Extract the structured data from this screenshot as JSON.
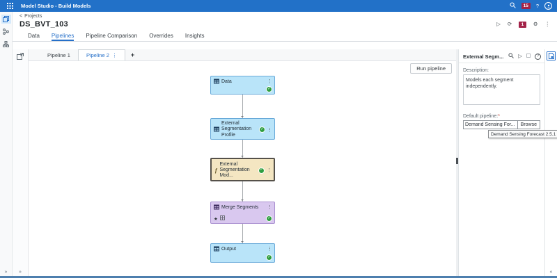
{
  "app_bar": {
    "title": "Model Studio - Build Models",
    "notification_count": "15",
    "help_label": "?"
  },
  "breadcrumb": {
    "chevron": "<",
    "label": "Projects"
  },
  "project": {
    "title": "DS_BVT_103",
    "run_badge": "1"
  },
  "main_tabs": [
    {
      "label": "Data",
      "active": false
    },
    {
      "label": "Pipelines",
      "active": true
    },
    {
      "label": "Pipeline Comparison",
      "active": false
    },
    {
      "label": "Overrides",
      "active": false
    },
    {
      "label": "Insights",
      "active": false
    }
  ],
  "pipeline_tabs": [
    {
      "label": "Pipeline 1",
      "active": false
    },
    {
      "label": "Pipeline 2",
      "active": true
    }
  ],
  "canvas": {
    "run_button": "Run pipeline",
    "nodes": [
      {
        "label": "Data",
        "status": "success"
      },
      {
        "label": "External Segmentation Profile",
        "status": "success"
      },
      {
        "label": "External Segmentation Mod...",
        "status": "success",
        "selected": true
      },
      {
        "label": "Merge Segments",
        "status": "success",
        "favorite": true
      },
      {
        "label": "Output",
        "status": "success"
      }
    ]
  },
  "properties_panel": {
    "title": "External Segm...",
    "description_label": "Description:",
    "description_value": "Models each segment independently.",
    "default_pipeline_label": "Default pipeline:",
    "required_marker": "*",
    "default_pipeline_value": "Demand Sensing For...",
    "browse_label": "Browse",
    "tooltip": "Demand Sensing Forecast 2.5.1"
  },
  "icons": {
    "kebab": "⋮",
    "add_tab": "+",
    "play": "▷",
    "refresh": "⟳",
    "gear": "⚙",
    "check": "✓",
    "star": "★",
    "expand": "»",
    "collapse": "«",
    "fn": "ƒ"
  },
  "colors": {
    "app_bar": "#2271c8",
    "badge": "#a32349",
    "accent": "#2670c9",
    "node_blue": "#b9e4f9",
    "node_blue_border": "#69aad9",
    "node_selected": "#f4e6c2",
    "node_selected_border": "#55514a",
    "node_purple": "#d9c8ef",
    "node_purple_border": "#a98fd0",
    "status_green": "#2f9e41"
  }
}
